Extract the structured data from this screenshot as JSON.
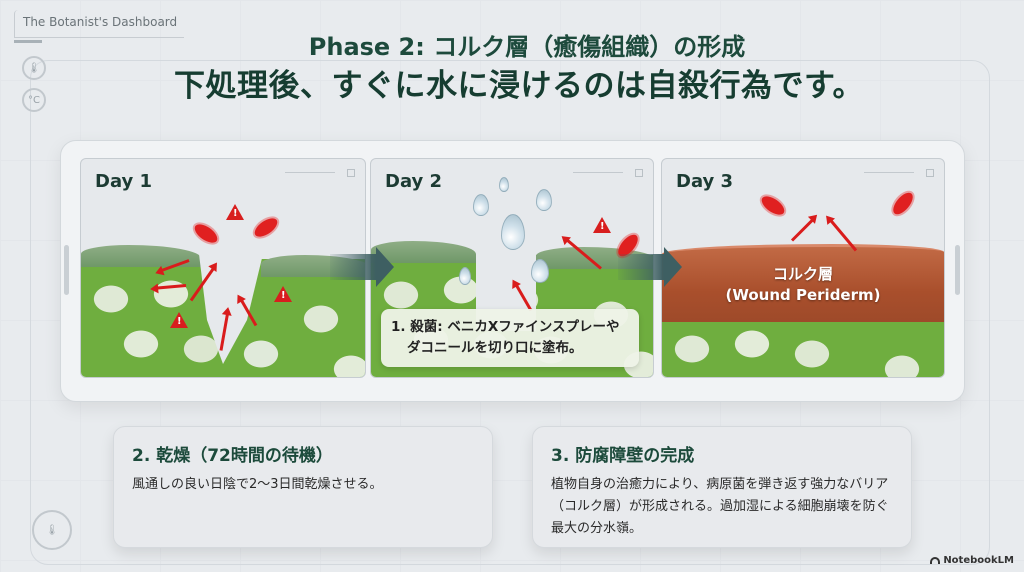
{
  "header": {
    "brand": "The Botanist's Dashboard",
    "title_line1": "Phase 2: コルク層（癒傷組織）の形成",
    "title_line2": "下処理後、すぐに水に浸けるのは自殺行為です。"
  },
  "side_icons": [
    "thermometer-icon",
    "celsius-icon",
    "thermometer-gauge-icon"
  ],
  "panels": [
    {
      "day": "Day 1",
      "scene": "open wound with bacteria invading",
      "warning_count": 3,
      "bacteria_count": 2
    },
    {
      "day": "Day 2",
      "scene": "water droplets on wound",
      "callout_line1": "1. 殺菌: ベニカXファインスプレーや",
      "callout_line2": "ダコニールを切り口に塗布。"
    },
    {
      "day": "Day 3",
      "scene": "cork layer repelling bacteria",
      "layer_label": "コルク層",
      "layer_label_en": "(Wound Periderm)"
    }
  ],
  "cards": [
    {
      "heading": "2. 乾燥（72時間の待機）",
      "body": "風通しの良い日陰で2〜3日間乾燥させる。"
    },
    {
      "heading": "3. 防腐障壁の完成",
      "body": "植物自身の治癒力により、病原菌を弾き返す強力なバリア（コルク層）が形成される。過加湿による細胞崩壊を防ぐ最大の分水嶺。"
    }
  ],
  "footer": {
    "logo": "NotebookLM"
  },
  "colors": {
    "title": "#163d31",
    "danger": "#d91c1c",
    "cork": "#a94f2c",
    "plant": "#6fae3f",
    "background": "#e8ebee"
  }
}
